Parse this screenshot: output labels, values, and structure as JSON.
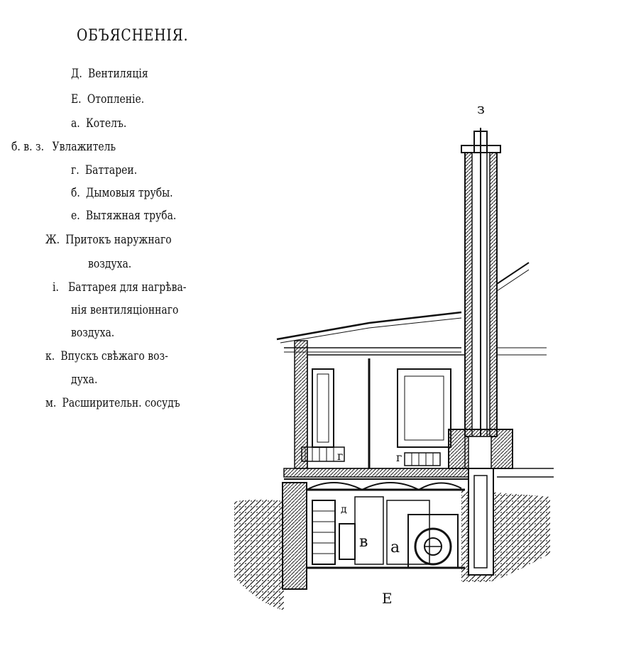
{
  "legend": {
    "title": "ОБЪЯСНЕНІЯ.",
    "items": [
      {
        "key": "Д.",
        "text": "Вентиляція"
      },
      {
        "key": "Е.",
        "text": "Отопленіе."
      },
      {
        "key": "а.",
        "text": "Котелъ."
      },
      {
        "key": "б. в. з.",
        "text": "Увлажитель"
      },
      {
        "key": "г.",
        "text": "Баттареи."
      },
      {
        "key": "б.",
        "text": "Дымовыя трубы."
      },
      {
        "key": "е.",
        "text": "Вытяжная труба."
      },
      {
        "key": "Ж.",
        "text": "Притокъ наружнаго"
      },
      {
        "key": "",
        "text": "воздуха."
      },
      {
        "key": "і.",
        "text": "Баттарея для нагрѣва-"
      },
      {
        "key": "",
        "text": "нія вентиляціоннаго"
      },
      {
        "key": "",
        "text": "воздуха."
      },
      {
        "key": "к.",
        "text": "Впускъ свѣжаго воз-"
      },
      {
        "key": "",
        "text": "духа."
      },
      {
        "key": "м.",
        "text": "Расширительн. сосудъ"
      }
    ]
  },
  "drawing": {
    "labels": {
      "top": "з",
      "battery_left": "г",
      "battery_right": "г",
      "small": "д",
      "humidifier": "в",
      "boiler": "а",
      "bottom": "Е"
    }
  }
}
